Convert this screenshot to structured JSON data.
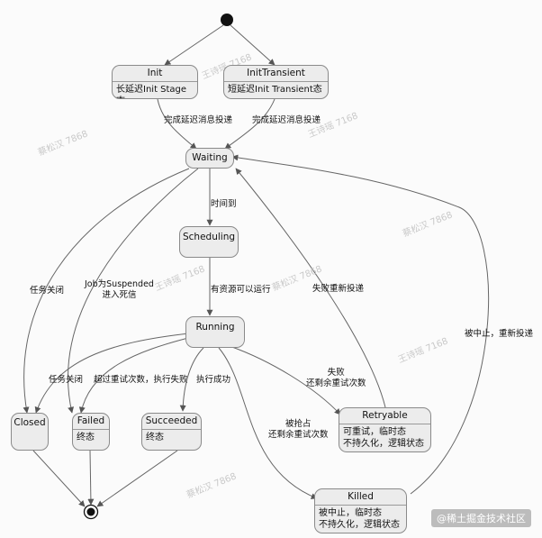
{
  "states": {
    "init": {
      "title": "Init",
      "detail": [
        "长延迟Init Stage态"
      ]
    },
    "init_transient": {
      "title": "InitTransient",
      "detail": [
        "短延迟Init Transient态"
      ]
    },
    "waiting": {
      "title": "Waiting"
    },
    "scheduling": {
      "title": "Scheduling"
    },
    "running": {
      "title": "Running"
    },
    "closed": {
      "title": "Closed"
    },
    "failed": {
      "title": "Failed",
      "detail": [
        "终态"
      ]
    },
    "succeeded": {
      "title": "Succeeded",
      "detail": [
        "终态"
      ]
    },
    "retryable": {
      "title": "Retryable",
      "detail": [
        "可重试，临时态",
        "不持久化，逻辑状态"
      ]
    },
    "killed": {
      "title": "Killed",
      "detail": [
        "被中止，临时态",
        "不持久化，逻辑状态"
      ]
    }
  },
  "transitions": {
    "init_to_waiting": "完成延迟消息投递",
    "init_transient_to_waiting": "完成延迟消息投递",
    "waiting_to_scheduling": "时间到",
    "waiting_to_closed": "任务关闭",
    "waiting_to_failed": [
      "Job为Suspended",
      "进入死信"
    ],
    "scheduling_to_running": "有资源可以运行",
    "retryable_to_waiting": "失败重新投递",
    "killed_to_waiting": "被中止，重新投递",
    "running_to_closed": "任务关闭",
    "running_to_failed": "超过重试次数，执行失败",
    "running_to_succeeded": "执行成功",
    "running_to_retryable": [
      "失败",
      "还剩余重试次数"
    ],
    "running_to_killed": [
      "被抢占",
      "还剩余重试次数"
    ]
  },
  "watermark": "王诗瑶 7168",
  "watermarks": [
    "王诗瑶 7168",
    "蔡松汉 7868",
    "王诗瑶 7168",
    "蔡松汉 7868",
    "王诗瑶 7168",
    "蔡松汉 7868",
    "王诗瑶 7168",
    "蔡松汉 7868"
  ],
  "brand": "@稀土掘金技术社区",
  "colors": {
    "state_fill": "#ececec",
    "state_border": "#8a8a8a",
    "arrow": "#555555",
    "start_node": "#111111"
  }
}
